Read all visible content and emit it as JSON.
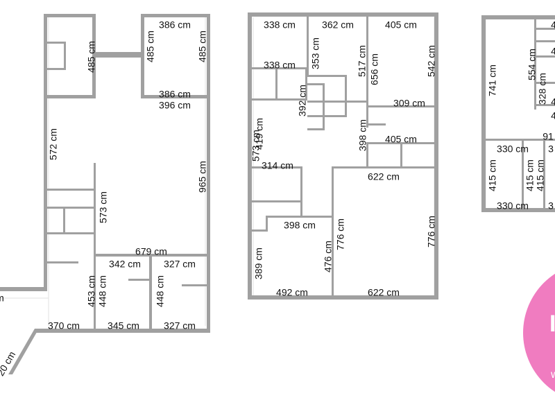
{
  "colors": {
    "wall": "#9f9f9f",
    "guide": "#e4e4e4",
    "text": "#111111",
    "badge": "#f07cc0"
  },
  "plan_left": {
    "labels": [
      "386 cm",
      "485 cm",
      "485 cm",
      "485 cm",
      "386 cm",
      "396 cm",
      "572 cm",
      "965 cm",
      "573 cm",
      "679 cm",
      "342 cm",
      "327 cm",
      "453 cm",
      "448 cm",
      "448 cm",
      "370 cm",
      "345 cm",
      "327 cm",
      "20 cm",
      "m"
    ]
  },
  "plan_middle": {
    "labels": [
      "338 cm",
      "362 cm",
      "405 cm",
      "353 cm",
      "517 cm",
      "656 cm",
      "542 cm",
      "338 cm",
      "392 cm",
      "309 cm",
      "419 cm",
      "398 cm",
      "405 cm",
      "314 cm",
      "622 cm",
      "573 cm",
      "398 cm",
      "776 cm",
      "476 cm",
      "776 cm",
      "389 cm",
      "492 cm",
      "622 cm"
    ]
  },
  "plan_right": {
    "labels": [
      "741 cm",
      "554 cm",
      "328 cm",
      "91",
      "330 cm",
      "3",
      "415 cm",
      "415 cm",
      "415 cm",
      "330 cm",
      "3",
      "4",
      "4",
      "4",
      "4"
    ]
  },
  "badge": {
    "text": "I",
    "subtext": "w"
  }
}
